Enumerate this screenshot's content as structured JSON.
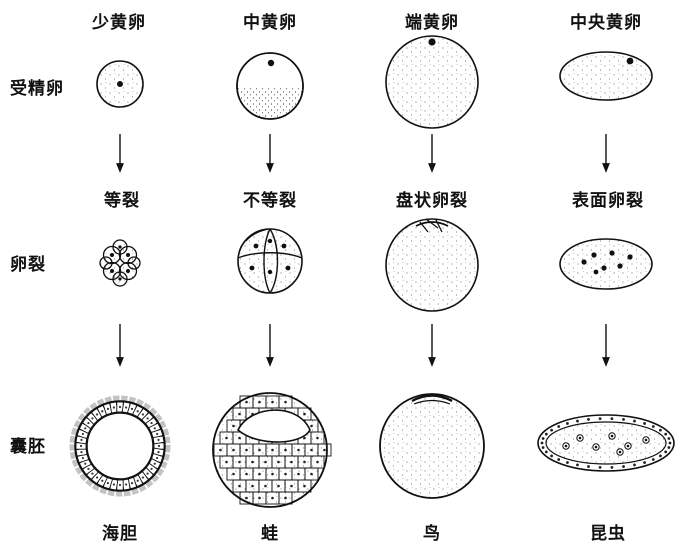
{
  "columns": [
    {
      "header": "少黄卵",
      "cleavage": "等裂",
      "organism": "海胆"
    },
    {
      "header": "中黄卵",
      "cleavage": "不等裂",
      "organism": "蛙"
    },
    {
      "header": "端黄卵",
      "cleavage": "盘状卵裂",
      "organism": "鸟"
    },
    {
      "header": "中央黄卵",
      "cleavage": "表面卵裂",
      "organism": "昆虫"
    }
  ],
  "rows": {
    "fertilized": "受精卵",
    "cleavage": "卵裂",
    "blastula": "囊胚"
  }
}
